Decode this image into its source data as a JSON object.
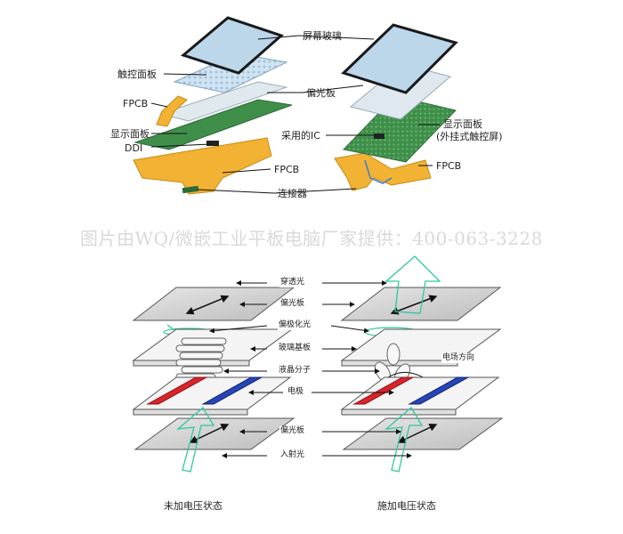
{
  "top": {
    "labels": {
      "screen_glass": "屏幕玻璃",
      "touch_panel": "触控面板",
      "polarizer": "偏光板",
      "fpcb_left": "FPCB",
      "display_panel_left": "显示面板",
      "ddi": "DDI",
      "ic_used": "采用的IC",
      "display_panel_right": "显示面板",
      "display_panel_right_note": "(外挂式触控屏)",
      "fpcb_bottom": "FPCB",
      "fpcb_right": "FPCB",
      "connector": "连接器"
    }
  },
  "watermark": "图片由WQ/微嵌工业平板电脑厂家提供：400-063-3228",
  "bottom": {
    "labels": {
      "transmitted_light": "穿透光",
      "polarizer_top": "偏光板",
      "polarized_light": "偏极化光",
      "glass_substrate": "玻璃基板",
      "electric_field": "电场方向",
      "lc_molecule": "液晶分子",
      "electrode": "电极",
      "polarizer_bottom": "偏光板",
      "incident_light": "入射光"
    },
    "captions": {
      "no_voltage": "未加电压状态",
      "voltage_applied": "施加电压状态"
    }
  },
  "colors": {
    "glass_border": "#1a1a1a",
    "glass_fill": "#bcd6ea",
    "touch_fill": "#cfe3f2",
    "panel_green": "#3f8f4a",
    "fpcb_orange": "#f2b233",
    "light_arrow": "#2ec7a0",
    "electrode_red": "#d8242a",
    "electrode_blue": "#2645b8",
    "plate_gray": "#cfcfcf"
  }
}
